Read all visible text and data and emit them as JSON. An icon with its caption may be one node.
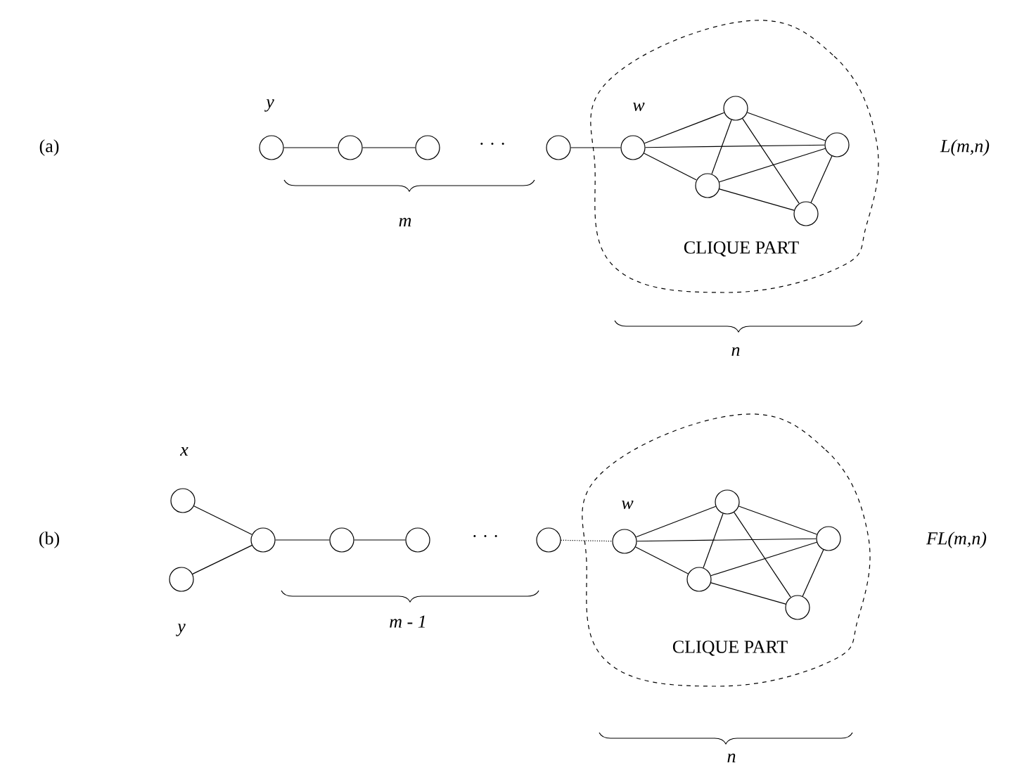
{
  "diagram": {
    "nodes": [
      {
        "text": [
          "CLIQUE PART"
        ]
      },
      {
        "text": [],
        "shape": "circle",
        "beside": [
          "y"
        ]
      },
      {
        "text": [],
        "shape": "circle"
      },
      {
        "text": [],
        "shape": "circle"
      },
      {
        "text": [],
        "shape": "circle"
      },
      {
        "text": [],
        "shape": "circle",
        "beside": [
          "w"
        ],
        "in": 0
      },
      {
        "text": [],
        "shape": "circle",
        "in": 0
      },
      {
        "text": [],
        "shape": "circle",
        "in": 0
      },
      {
        "text": [],
        "shape": "circle",
        "in": 0
      },
      {
        "text": [],
        "shape": "circle",
        "in": 0
      },
      {
        "text": [
          "CLIQUE PART"
        ]
      },
      {
        "text": [],
        "shape": "circle",
        "beside": [
          "x"
        ]
      },
      {
        "text": [],
        "shape": "circle",
        "beside": [
          "y"
        ]
      },
      {
        "text": [],
        "shape": "circle"
      },
      {
        "text": [],
        "shape": "circle"
      },
      {
        "text": [],
        "shape": "circle"
      },
      {
        "text": [],
        "shape": "circle"
      },
      {
        "text": [],
        "shape": "circle",
        "beside": [
          "w"
        ],
        "in": 10
      },
      {
        "text": [],
        "shape": "circle",
        "in": 10
      },
      {
        "text": [],
        "shape": "circle",
        "in": 10
      },
      {
        "text": [],
        "shape": "circle",
        "in": 10
      },
      {
        "text": [],
        "shape": "circle",
        "in": 10
      }
    ],
    "edges": [
      {
        "from": 1,
        "to": 2,
        "arrow": "none"
      },
      {
        "from": 2,
        "to": 3,
        "arrow": "none"
      },
      {
        "from": 4,
        "to": 5,
        "arrow": "none"
      },
      {
        "from": 5,
        "to": 6,
        "arrow": "none"
      },
      {
        "from": 5,
        "to": 7,
        "arrow": "none"
      },
      {
        "from": 5,
        "to": 8,
        "arrow": "none"
      },
      {
        "from": 6,
        "to": 7,
        "arrow": "none"
      },
      {
        "from": 6,
        "to": 8,
        "arrow": "none"
      },
      {
        "from": 6,
        "to": 9,
        "arrow": "none"
      },
      {
        "from": 8,
        "to": 7,
        "arrow": "none"
      },
      {
        "from": 8,
        "to": 9,
        "arrow": "none"
      },
      {
        "from": 7,
        "to": 9,
        "arrow": "none"
      },
      {
        "from": 11,
        "to": 13,
        "arrow": "none"
      },
      {
        "from": 12,
        "to": 13,
        "arrow": "none"
      },
      {
        "from": 13,
        "to": 14,
        "arrow": "none"
      },
      {
        "from": 14,
        "to": 15,
        "arrow": "none"
      },
      {
        "from": 16,
        "to": 17,
        "arrow": "none",
        "style": "dashed"
      },
      {
        "from": 17,
        "to": 18,
        "arrow": "none"
      },
      {
        "from": 17,
        "to": 19,
        "arrow": "none"
      },
      {
        "from": 17,
        "to": 20,
        "arrow": "none"
      },
      {
        "from": 18,
        "to": 19,
        "arrow": "none"
      },
      {
        "from": 18,
        "to": 20,
        "arrow": "none"
      },
      {
        "from": 18,
        "to": 21,
        "arrow": "none"
      },
      {
        "from": 20,
        "to": 19,
        "arrow": "none"
      },
      {
        "from": 20,
        "to": 21,
        "arrow": "none"
      },
      {
        "from": 19,
        "to": 21,
        "arrow": "none"
      }
    ],
    "labels": [
      "(a)",
      "· · ·",
      "m",
      "n",
      "L(m,n)",
      "(b)",
      "· · ·",
      "m - 1",
      "n",
      "FL(m,n)"
    ]
  }
}
